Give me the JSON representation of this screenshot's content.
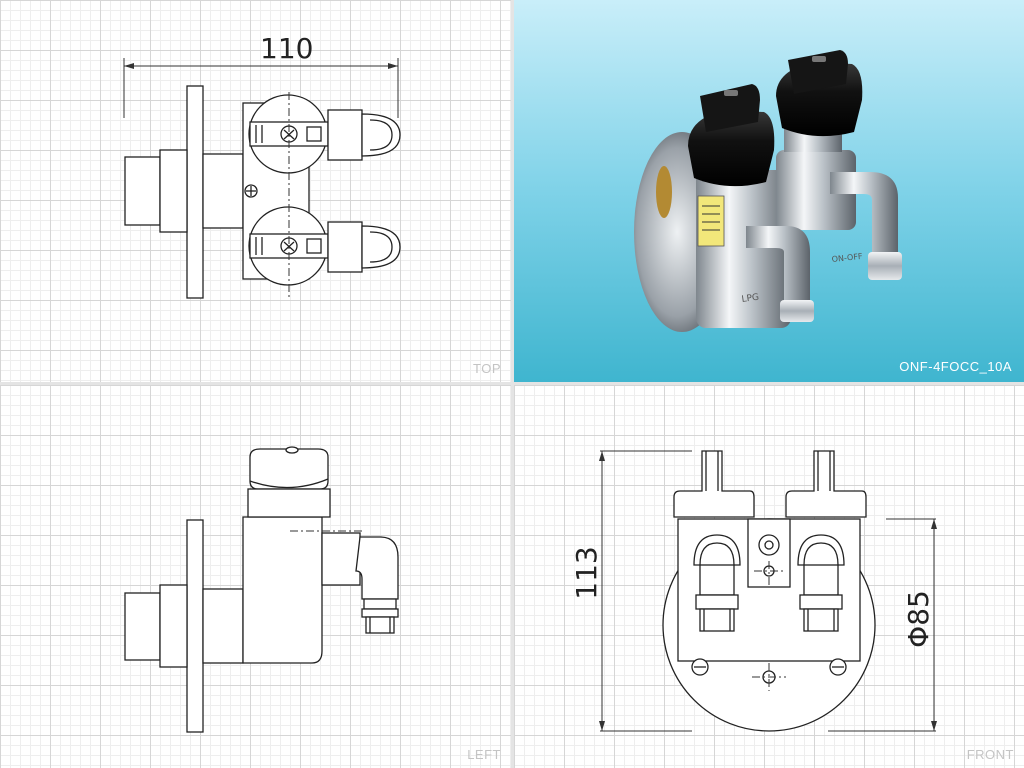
{
  "views": {
    "top": {
      "label": "TOP"
    },
    "left": {
      "label": "LEFT"
    },
    "front": {
      "label": "FRONT"
    },
    "photo": {
      "caption": "ONF-4FOCC_10A"
    }
  },
  "dimensions": {
    "width": {
      "value": "110"
    },
    "height": {
      "value": "113"
    },
    "diameter": {
      "value": "Φ85"
    }
  },
  "photo_markings": {
    "side_text": "LPG",
    "pipe_text": "ON-OFF"
  },
  "colors": {
    "line": "#222222",
    "grid_major": "#d6d6d6",
    "grid_minor": "#eeeeee",
    "photo_bg_top": "#c9eef9",
    "photo_bg_bottom": "#3fb5cf",
    "knob": "#111111",
    "chrome": "#c9ced3"
  }
}
